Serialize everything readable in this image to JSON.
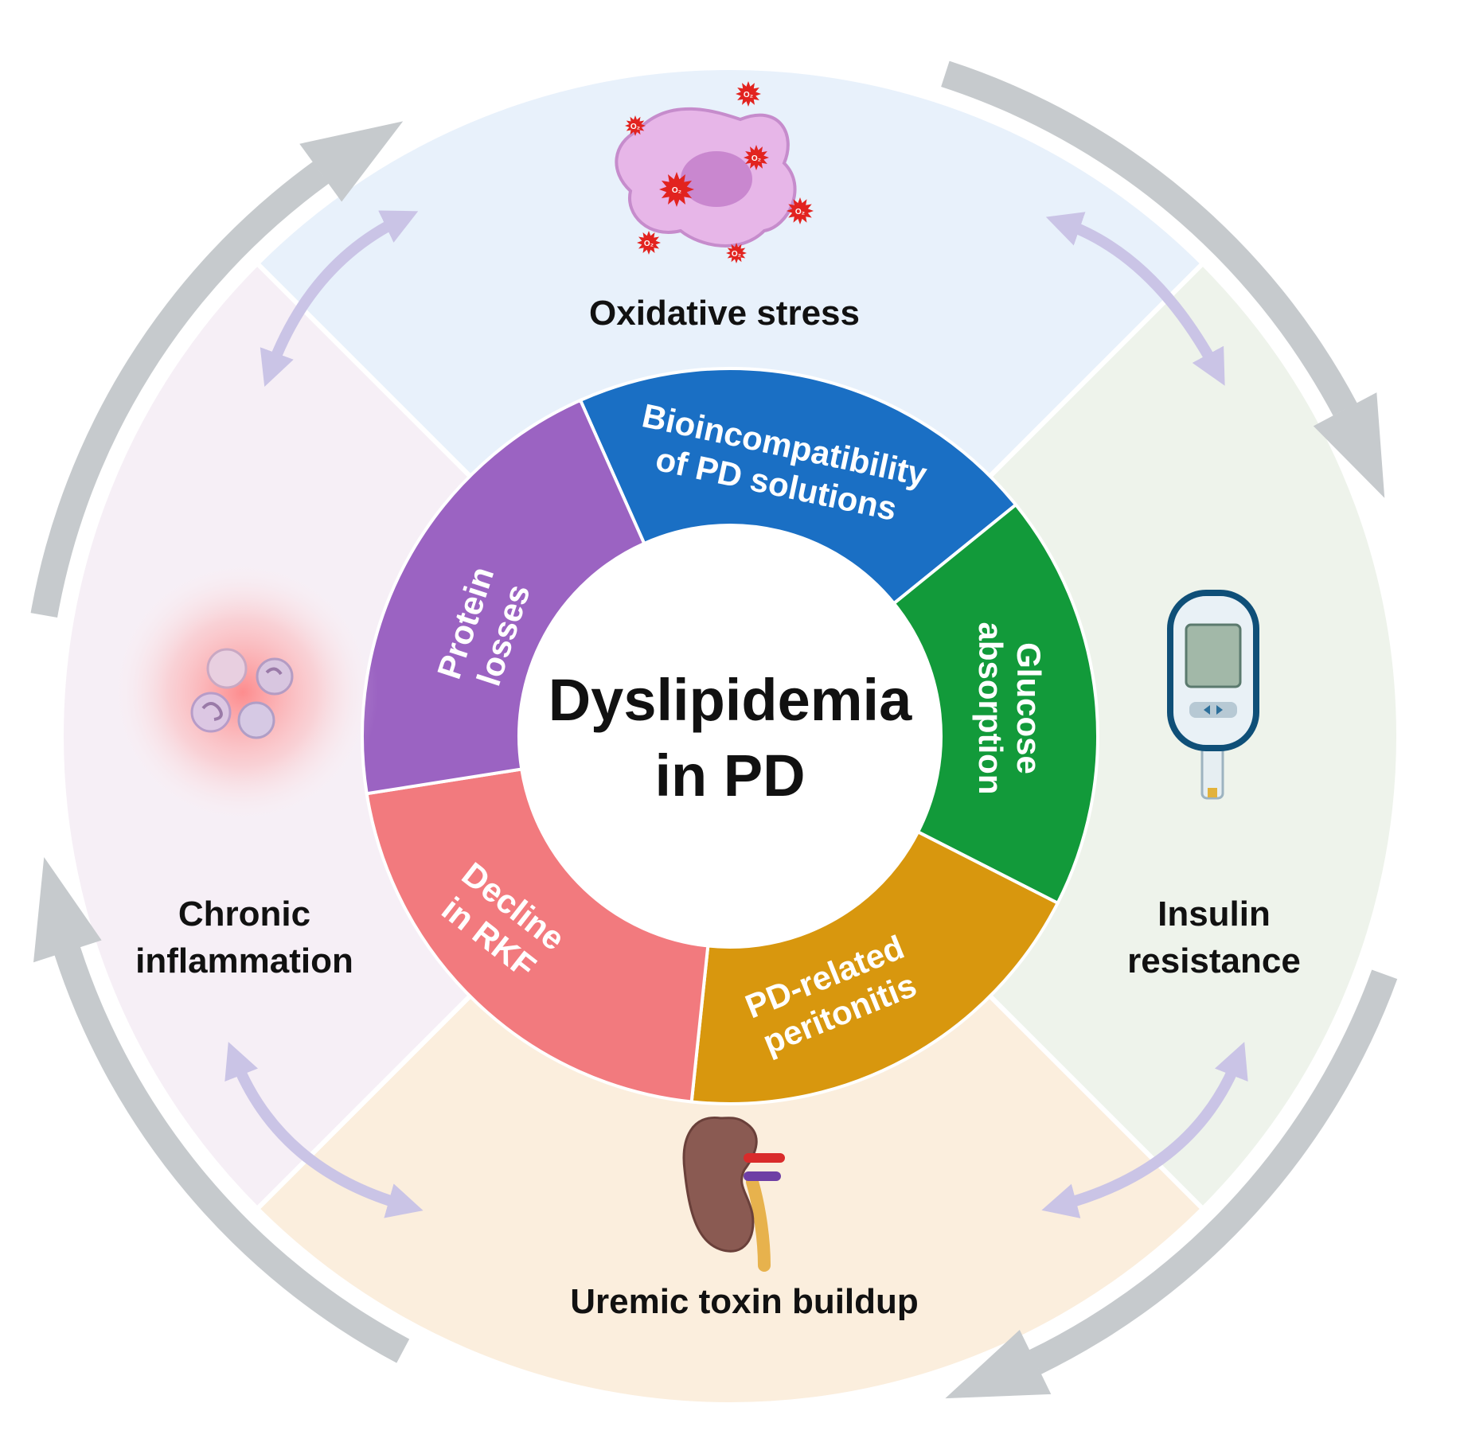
{
  "center": {
    "title_line1": "Dyslipidemia",
    "title_line2": "in PD"
  },
  "inner_segments": [
    {
      "id": "bioincompatibility",
      "lines": [
        "Bioincompatibility",
        "of PD solutions"
      ],
      "color": "#1a6fc4"
    },
    {
      "id": "glucose",
      "lines": [
        "Glucose",
        "absorption"
      ],
      "color": "#129a3a"
    },
    {
      "id": "peritonitis",
      "lines": [
        "PD-related",
        "peritonitis"
      ],
      "color": "#d8970e"
    },
    {
      "id": "rkf",
      "lines": [
        "Decline",
        "in RKF"
      ],
      "color": "#f27a7e"
    },
    {
      "id": "protein",
      "lines": [
        "Protein",
        "losses"
      ],
      "color": "#9b63c2"
    }
  ],
  "outer_sections": [
    {
      "id": "oxidative",
      "lines": [
        "Oxidative stress"
      ],
      "color": "#e8f1fb",
      "icon": "cell-icon"
    },
    {
      "id": "insulin",
      "lines": [
        "Insulin",
        "resistance"
      ],
      "color": "#eef3eb",
      "icon": "glucometer-icon"
    },
    {
      "id": "uremic",
      "lines": [
        "Uremic toxin buildup"
      ],
      "color": "#fbeedd",
      "icon": "kidney-icon"
    },
    {
      "id": "inflammation",
      "lines": [
        "Chronic",
        "inflammation"
      ],
      "color": "#f6eff6",
      "icon": "white-blood-cells-icon"
    }
  ],
  "oxygen_label": "O₂",
  "colors": {
    "cycle_arrow": "#c6cacd",
    "link_arrow": "#cac4e6",
    "divider": "#ffffff"
  }
}
